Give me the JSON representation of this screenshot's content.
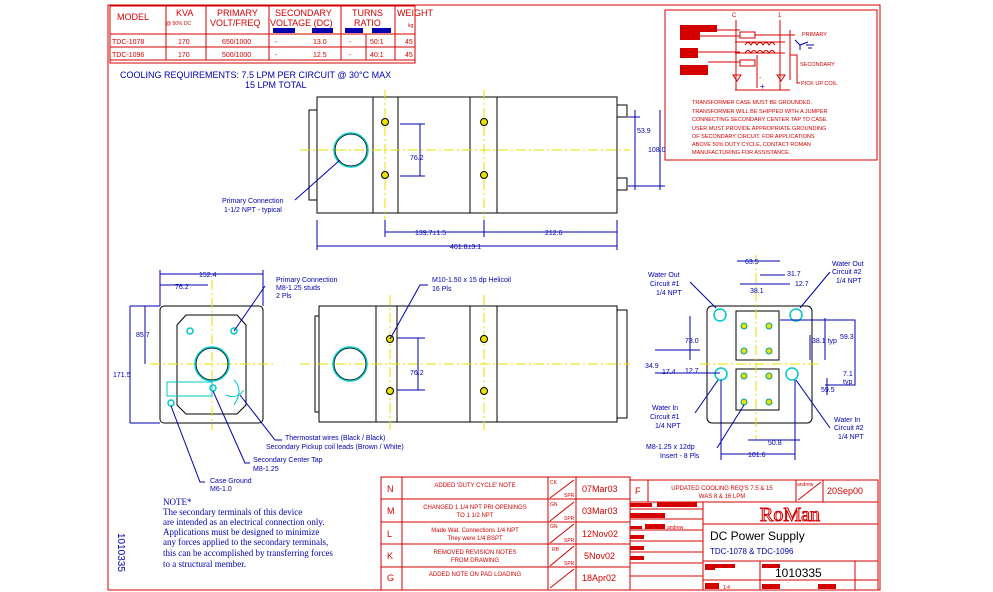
{
  "spec_table": {
    "headers": [
      "MODEL",
      "KVA",
      "@ 50% DC",
      "PRIMARY",
      "VOLT/FREQ",
      "SECONDARY",
      "VOLTAGE (DC)",
      "TURNS",
      "RATIO",
      "WEIGHT",
      "kg"
    ],
    "rows": [
      [
        "TDC-1078",
        "170",
        "650/1000",
        "-",
        "13.0",
        "-",
        "50:1",
        "45"
      ],
      [
        "TDC-1096",
        "170",
        "500/1000",
        "-",
        "12.5",
        "-",
        "40:1",
        "45"
      ]
    ]
  },
  "cooling": {
    "line1": "COOLING REQUIREMENTS: 7.5 LPM PER CIRCUIT @ 30°C MAX",
    "line2": "15 LPM TOTAL"
  },
  "schematic": {
    "labels": [
      "C",
      "1",
      "PRIMARY",
      "SECONDARY",
      "PICK UP COIL",
      "-",
      "+"
    ],
    "notes": [
      "TRANSFORMER CASE MUST BE GROUNDED.",
      "TRANSFORMER WILL BE SHIPPED WITH A JUMPER",
      "CONNECTING SECONDARY CENTER TAP TO CASE.",
      "USER MUST PROVIDE APPROPRIATE GROUNDING",
      "OF SECONDARY CIRCUIT. FOR APPLICATIONS",
      "ABOVE 50% DUTY CYCLE, CONTACT ROMAN",
      "MANUFACTURING FOR ASSISTANCE."
    ]
  },
  "top_view": {
    "dims": [
      "53.9",
      "108.0",
      "76.2",
      "139.7±1.5",
      "212.6",
      "461.8±3.1"
    ],
    "callout": [
      "Primary Connection",
      "1-1/2 NPT - typical"
    ]
  },
  "side_view": {
    "dims": [
      "152.4",
      "76.2",
      "85.7",
      "171.5"
    ],
    "callouts": {
      "primary": [
        "Primary Connection",
        "M8-1.25 studs",
        "2 Pls"
      ],
      "thermostat": [
        "Thermostat wires (Black / Black)",
        "Secondary Pickup coil leads (Brown / White)"
      ],
      "center_tap": [
        "Secondary Center Tap",
        "M8-1.25"
      ],
      "case_ground": [
        "Case Ground",
        "M6-1.0"
      ]
    }
  },
  "front_view": {
    "dims": [
      "76.2"
    ],
    "callout": [
      "M10-1.50 x 15 dp Helicoil",
      "16 Pls"
    ]
  },
  "end_view": {
    "dims": [
      "63.5",
      "31.7",
      "38.1",
      "12.7",
      "73.0",
      "38.1 typ",
      "59.3",
      "34.9",
      "17.4",
      "12.7",
      "7.1",
      "typ",
      "59.5",
      "50.8",
      "101.6"
    ],
    "callouts": {
      "water_out_1": [
        "Water Out",
        "Circuit #1",
        "1/4 NPT"
      ],
      "water_out_2": [
        "Water Out",
        "Circuit #2",
        "1/4 NPT"
      ],
      "water_in_1": [
        "Water In",
        "Circuit #1",
        "1/4 NPT"
      ],
      "water_in_2": [
        "Water In",
        "Circuit #2",
        "1/4 NPT"
      ],
      "insert": [
        "M8-1.25 x 12dp",
        "Insert - 8 Pls"
      ]
    }
  },
  "note": {
    "title": "NOTE*",
    "lines": [
      "The secondary terminals of this device",
      "are intended as an electrical connection only.",
      "Applications must be designed to minimize",
      "any forces applied to the secondary terminals,",
      "this can be accomplished by transferring forces",
      "to a structural member."
    ]
  },
  "side_number": "1010335",
  "revisions": [
    {
      "rev": "N",
      "desc": [
        "ADDED 'DUTY CYCLE' NOTE",
        ""
      ],
      "by": "CK",
      "chk": "SPR",
      "date": "07Mar03"
    },
    {
      "rev": "M",
      "desc": [
        "CHANGED 1 1/4 NPT PRI OPENINGS",
        "TO 1 1/2 NPT"
      ],
      "by": "GN",
      "chk": "SPR",
      "date": "03Mar03"
    },
    {
      "rev": "L",
      "desc": [
        "Made Wat. Connections 1/4 NPT",
        "They were 1/4 BSPT"
      ],
      "by": "GN",
      "chk": "SPR",
      "date": "12Nov02"
    },
    {
      "rev": "K",
      "desc": [
        "REMOVED REVISION NOTES",
        "FROM DRAWING"
      ],
      "by": "RB",
      "chk": "SPR",
      "date": "5Nov02"
    },
    {
      "rev": "G",
      "desc": [
        "ADDED NOTE ON PAD LOADING",
        ""
      ],
      "by": "",
      "chk": "",
      "date": "18Apr02"
    }
  ],
  "rev_f": {
    "rev": "F",
    "desc": [
      "UPDATED COOLING REQ'S 7.5 & 15",
      "WAS 8 & 16 LPM"
    ],
    "by": "andrew",
    "date": "20Sep00"
  },
  "title_block": {
    "drawn_by": "andrew",
    "company_logo": "RoMan",
    "title": "DC Power Supply",
    "subtitle": "TDC-1078 & TDC-1096",
    "drawing_number": "1010335",
    "sheet": "1:4"
  }
}
